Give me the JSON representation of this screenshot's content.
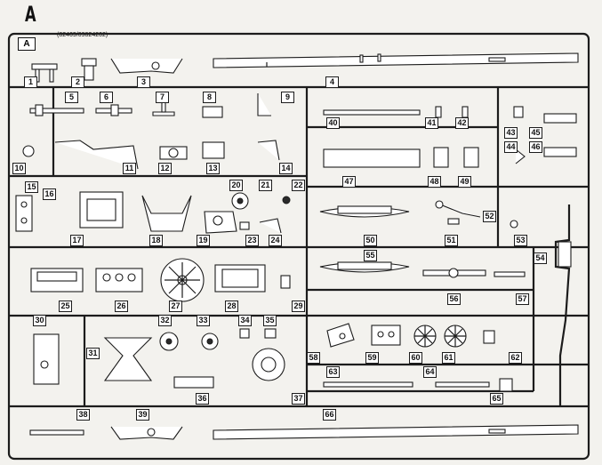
{
  "sheet": {
    "letter": "A",
    "frame_letter": "A",
    "code": "(82469/09824202)"
  },
  "part_labels": [
    "1",
    "2",
    "3",
    "4",
    "5",
    "6",
    "7",
    "8",
    "9",
    "10",
    "11",
    "12",
    "13",
    "14",
    "15",
    "16",
    "17",
    "18",
    "19",
    "20",
    "21",
    "22",
    "23",
    "24",
    "25",
    "26",
    "27",
    "28",
    "29",
    "30",
    "31",
    "32",
    "33",
    "34",
    "35",
    "36",
    "37",
    "38",
    "39",
    "40",
    "41",
    "42",
    "43",
    "44",
    "45",
    "46",
    "47",
    "48",
    "49",
    "50",
    "51",
    "52",
    "53",
    "54",
    "55",
    "56",
    "57",
    "58",
    "59",
    "60",
    "61",
    "62",
    "63",
    "64",
    "65",
    "66"
  ]
}
